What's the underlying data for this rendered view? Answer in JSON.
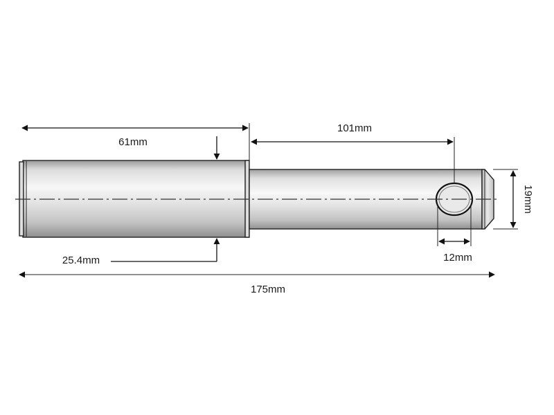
{
  "dimensions": {
    "large_section_length": "61mm",
    "small_section_length": "101mm",
    "pin_diameter": "19mm",
    "hole_diameter": "12mm",
    "large_diameter": "25.4mm",
    "overall_length": "175mm"
  },
  "colors": {
    "metal_light": "#f4f4f4",
    "metal_mid": "#c8c8c8",
    "metal_dark": "#8a8a8a",
    "line": "#111111"
  }
}
